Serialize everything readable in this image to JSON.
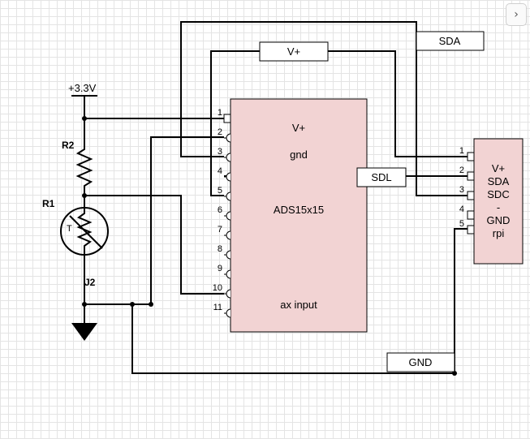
{
  "supply_label": "+3.3V",
  "components": {
    "r2": "R2",
    "r1": "R1",
    "thermistor_symbol": "T",
    "j2": "J2"
  },
  "adc": {
    "title": "ADS15x15",
    "vplus": "V+",
    "gnd": "gnd",
    "ax_input": "ax input",
    "pins": [
      "1",
      "2",
      "3",
      "4",
      "5",
      "6",
      "7",
      "8",
      "9",
      "10",
      "11"
    ]
  },
  "rpi": {
    "lines": [
      "V+",
      "SDA",
      "SDC",
      "-",
      "GND",
      "rpi"
    ],
    "pins": [
      "1",
      "2",
      "3",
      "4",
      "5"
    ]
  },
  "net_labels": {
    "vplus": "V+",
    "sda": "SDA",
    "sdl": "SDL",
    "gnd": "GND"
  },
  "nav": {
    "icon": "chevron-right-icon",
    "glyph": "›"
  }
}
